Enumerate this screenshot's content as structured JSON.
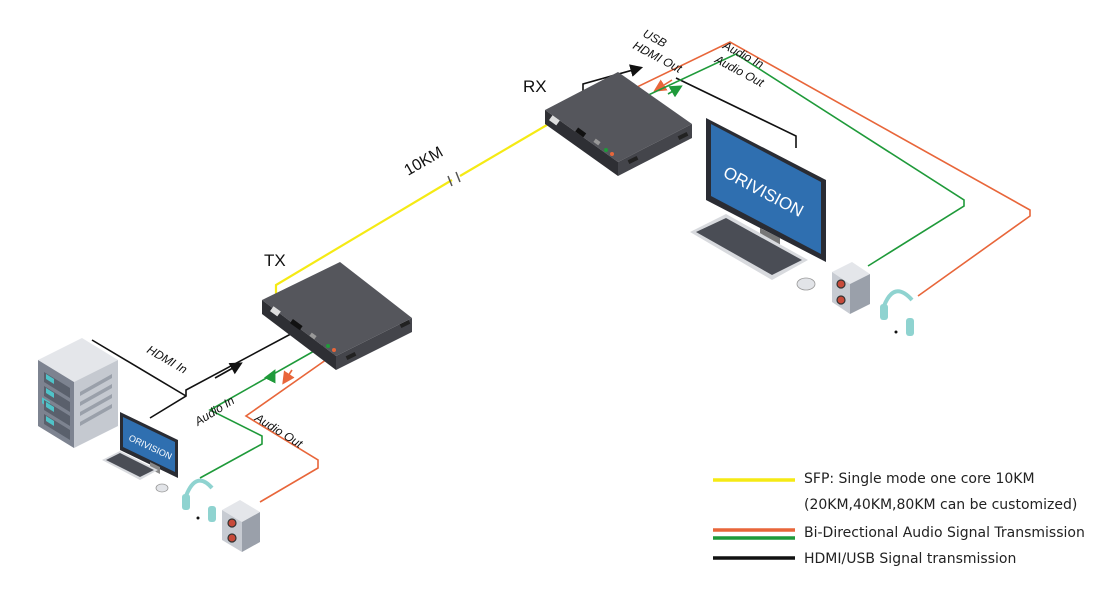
{
  "labels": {
    "tx": "TX",
    "rx": "RX",
    "distance": "10KM",
    "tx_hdmi_in": "HDMI In",
    "tx_audio_in": "Audio In",
    "tx_audio_out": "Audio Out",
    "rx_usb": "USB",
    "rx_hdmi_out": "HDMI Out",
    "rx_audio_in": "Audio In",
    "rx_audio_out": "Audio Out"
  },
  "brand": {
    "monitor_logo": "ORIVISION"
  },
  "legend": [
    {
      "color": "#f5ea14",
      "text": "SFP: Single mode one core 10KM"
    },
    {
      "color": "",
      "text": "(20KM,40KM,80KM can be customized)"
    },
    {
      "color": "#e8663a",
      "color2": "#1f9a3a",
      "text": "Bi-Directional Audio Signal Transmission"
    },
    {
      "color": "#111111",
      "text": "HDMI/USB Signal transmission"
    }
  ],
  "colors": {
    "fiber": "#f5ea14",
    "audio_orange": "#e8663a",
    "audio_green": "#1f9a3a",
    "hdmi_black": "#111111",
    "device_body": "#3a3b41",
    "monitor_screen": "#2f6fb0",
    "headphone": "#8fd3d0"
  },
  "icons": [
    "server-icon",
    "monitor-icon",
    "keyboard-icon",
    "mouse-icon",
    "headphones-icon",
    "speaker-icon",
    "extender-box-icon"
  ]
}
